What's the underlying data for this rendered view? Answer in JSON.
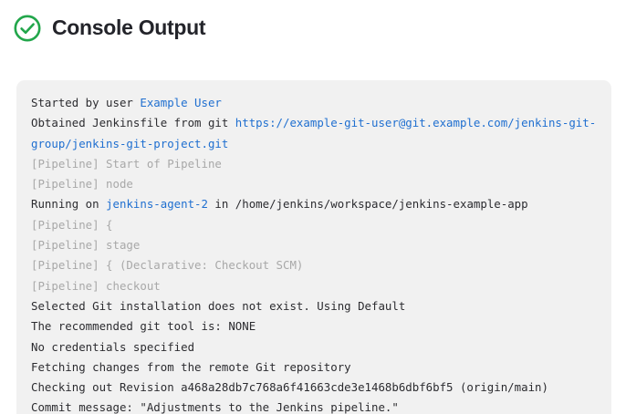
{
  "header": {
    "title": "Console Output",
    "status_icon": "check-circle-icon",
    "status_color": "#22a64b"
  },
  "colors": {
    "panel_background": "#f1f1f1",
    "page_background": "#ffffff",
    "log_text": "#2c2c30",
    "log_muted": "#a8a8a8",
    "link": "#1f6fd0",
    "title": "#23242a"
  },
  "console": {
    "lines": [
      {
        "type": "mixed",
        "segments": [
          {
            "text": "Started by user ",
            "style": "plain"
          },
          {
            "text": "Example User",
            "style": "link"
          }
        ]
      },
      {
        "type": "mixed",
        "segments": [
          {
            "text": "Obtained Jenkinsfile from git ",
            "style": "plain"
          },
          {
            "text": "https://example-git-user@git.example.com/jenkins-git-group/jenkins-git-project.git",
            "style": "link"
          }
        ]
      },
      {
        "type": "muted",
        "text": "[Pipeline] Start of Pipeline"
      },
      {
        "type": "muted",
        "text": "[Pipeline] node"
      },
      {
        "type": "mixed",
        "segments": [
          {
            "text": "Running on ",
            "style": "plain"
          },
          {
            "text": "jenkins-agent-2",
            "style": "link"
          },
          {
            "text": " in /home/jenkins/workspace/jenkins-example-app",
            "style": "plain"
          }
        ]
      },
      {
        "type": "muted",
        "text": "[Pipeline] {"
      },
      {
        "type": "muted",
        "text": "[Pipeline] stage"
      },
      {
        "type": "muted",
        "text": "[Pipeline] { (Declarative: Checkout SCM)"
      },
      {
        "type": "muted",
        "text": "[Pipeline] checkout"
      },
      {
        "type": "plain",
        "text": "Selected Git installation does not exist. Using Default"
      },
      {
        "type": "plain",
        "text": "The recommended git tool is: NONE"
      },
      {
        "type": "plain",
        "text": "No credentials specified"
      },
      {
        "type": "plain",
        "text": "Fetching changes from the remote Git repository"
      },
      {
        "type": "plain",
        "text": "Checking out Revision a468a28db7c768a6f41663cde3e1468b6dbf6bf5 (origin/main)"
      },
      {
        "type": "plain",
        "text": "Commit message: \"Adjustments to the Jenkins pipeline.\""
      }
    ]
  }
}
